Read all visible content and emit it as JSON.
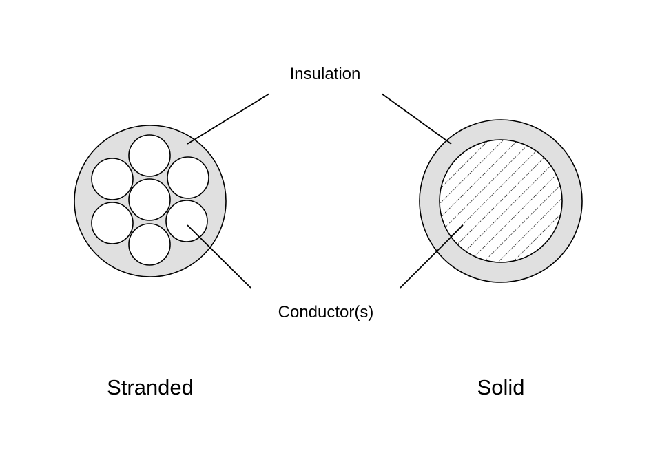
{
  "labels": {
    "insulation": "Insulation",
    "conductors": "Conductor(s)"
  },
  "captions": {
    "stranded": "Stranded",
    "solid": "Solid"
  },
  "colors": {
    "insulation": "#e0e0e0",
    "conductor": "#ffffff",
    "outline": "#000000",
    "hatch": "#000000",
    "background": "#ffffff"
  }
}
